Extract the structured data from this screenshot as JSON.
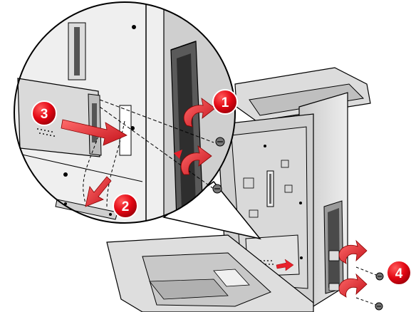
{
  "steps": [
    {
      "number": "1",
      "action": "remove-screws"
    },
    {
      "number": "2",
      "action": "remove-slot-cover"
    },
    {
      "number": "3",
      "action": "insert-card"
    },
    {
      "number": "4",
      "action": "reinstall-screws"
    }
  ],
  "colors": {
    "callout": "#e30613",
    "arrow": "#e8212b",
    "printer_light": "#e6e6e6",
    "printer_mid": "#bdbdbd",
    "printer_dark": "#4a4a4a",
    "outline": "#000000"
  },
  "icons": [
    "screw-icon",
    "arrow-icon",
    "step-callout-icon"
  ]
}
